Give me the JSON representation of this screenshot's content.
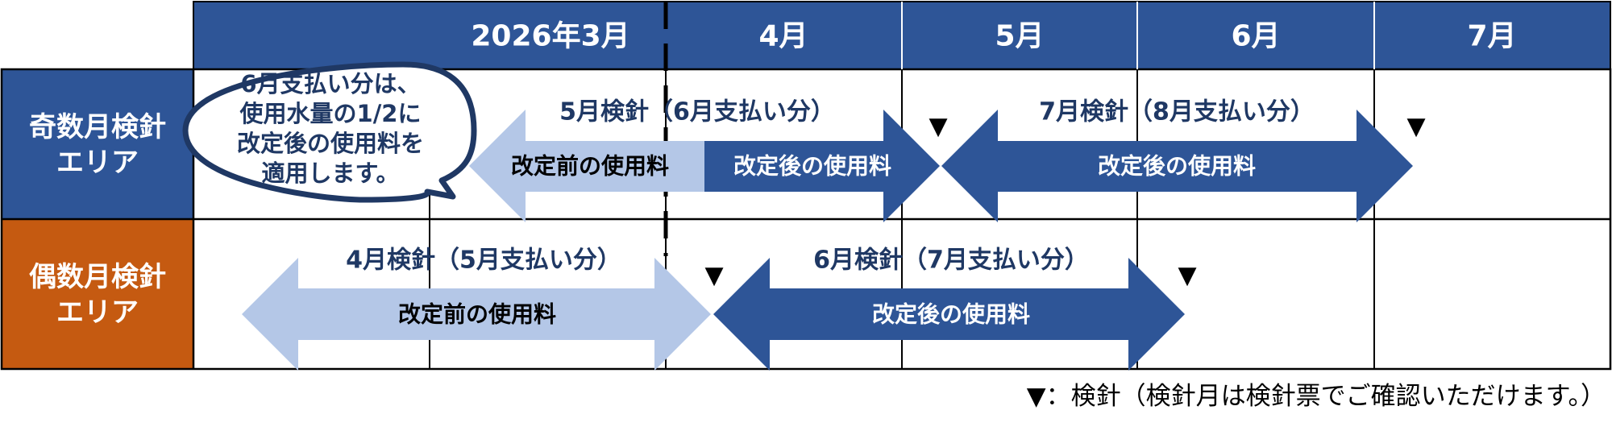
{
  "header": {
    "months": [
      "2026年3月",
      "4月",
      "5月",
      "6月",
      "7月"
    ]
  },
  "rows": [
    {
      "label_lines": [
        "奇数月検針",
        "エリア"
      ]
    },
    {
      "label_lines": [
        "偶数月検針",
        "エリア"
      ]
    }
  ],
  "callout": {
    "lines": [
      "6月支払い分は、",
      "使用水量の1/2に",
      "改定後の使用料を",
      "適用します。"
    ]
  },
  "arrows": [
    {
      "title": "5月検針（6月支払い分）",
      "segments": [
        "改定前の使用料",
        "改定後の使用料"
      ]
    },
    {
      "title": "7月検針（8月支払い分）",
      "segments": [
        "改定後の使用料"
      ]
    },
    {
      "title": "4月検針（5月支払い分）",
      "segments": [
        "改定前の使用料"
      ]
    },
    {
      "title": "6月検針（7月支払い分）",
      "segments": [
        "改定後の使用料"
      ]
    }
  ],
  "markers": {
    "symbol": "▼"
  },
  "legend": {
    "text": "▼：検針（検針月は検針票でご確認いただけます。）"
  },
  "colors": {
    "header": "#2e5597",
    "odd_label": "#2e5597",
    "even_label": "#c55a11",
    "before": "#b4c7e7",
    "after": "#2e5597",
    "text_dark": "#1f3864",
    "grid": "#000000"
  }
}
